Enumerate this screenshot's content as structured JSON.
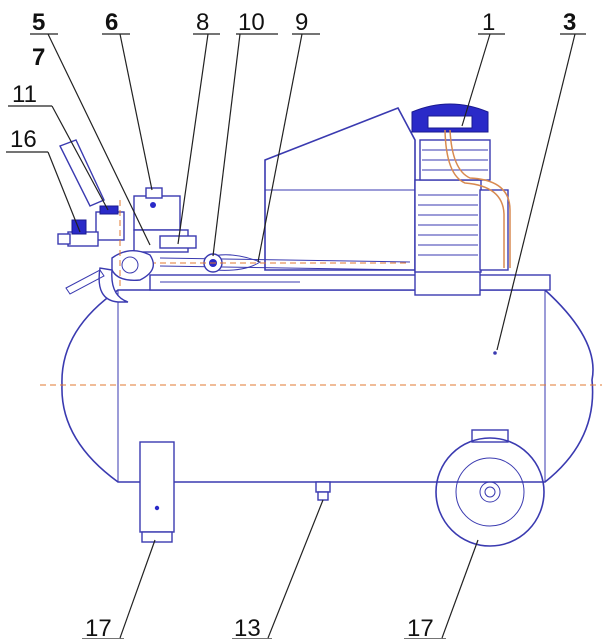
{
  "callouts": {
    "c1": "1",
    "c3": "3",
    "c5": "5",
    "c6": "6",
    "c7": "7",
    "c8": "8",
    "c9": "9",
    "c10": "10",
    "c11": "11",
    "c13": "13",
    "c16": "16",
    "c17_left": "17",
    "c17_right": "17"
  },
  "colors": {
    "outline": "#3a3ab0",
    "accent_blue": "#2a2ac8",
    "centerline": "#e07830",
    "pipe": "#d88a50",
    "leader": "#222222"
  }
}
